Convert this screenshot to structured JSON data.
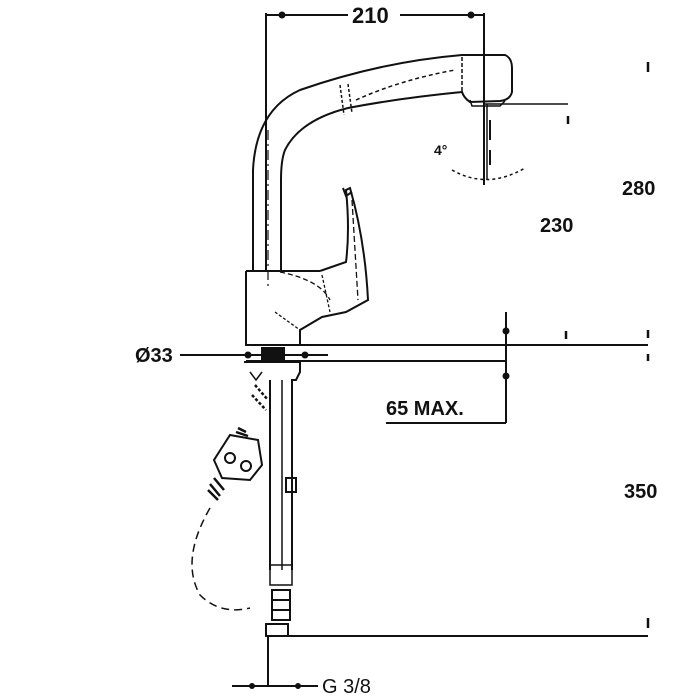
{
  "drawing": {
    "subject": "single-lever kitchen faucet with pull-out spout, side elevation",
    "line_color": "#111111",
    "background": "#ffffff"
  },
  "dimensions": {
    "spout_reach": "210",
    "total_height": "280",
    "spout_outlet_height": "230",
    "base_diameter": "Ø33",
    "deck_thickness": "65 MAX.",
    "hose_length": "350",
    "connection_thread": "G 3/8",
    "swivel_angle": "4°"
  }
}
